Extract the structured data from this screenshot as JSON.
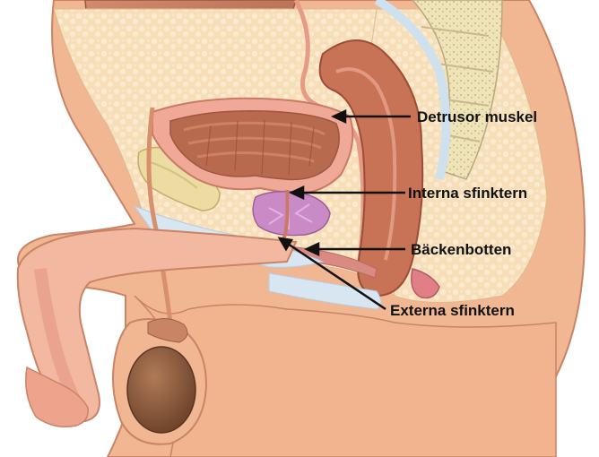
{
  "labels": {
    "detrusor": "Detrusor muskel",
    "internal_sphincter": "Interna sfinktern",
    "pelvic_floor": "Bäckenbotten",
    "external_sphincter": "Externa sfinktern"
  },
  "colors": {
    "skin": "#f2b38f",
    "skin_dark": "#d88f6c",
    "fat": "#f7e2bd",
    "muscle": "#c9785f",
    "muscle_light": "#e3a38a",
    "bladder_wall": "#f0a996",
    "bladder_inner": "#b86a4f",
    "prostate": "#c98ac6",
    "bone": "#efe3b8",
    "fascia": "#cfe0ee",
    "seminal_vesicle": "#ecdca1",
    "testis": "#8c5a3c"
  }
}
